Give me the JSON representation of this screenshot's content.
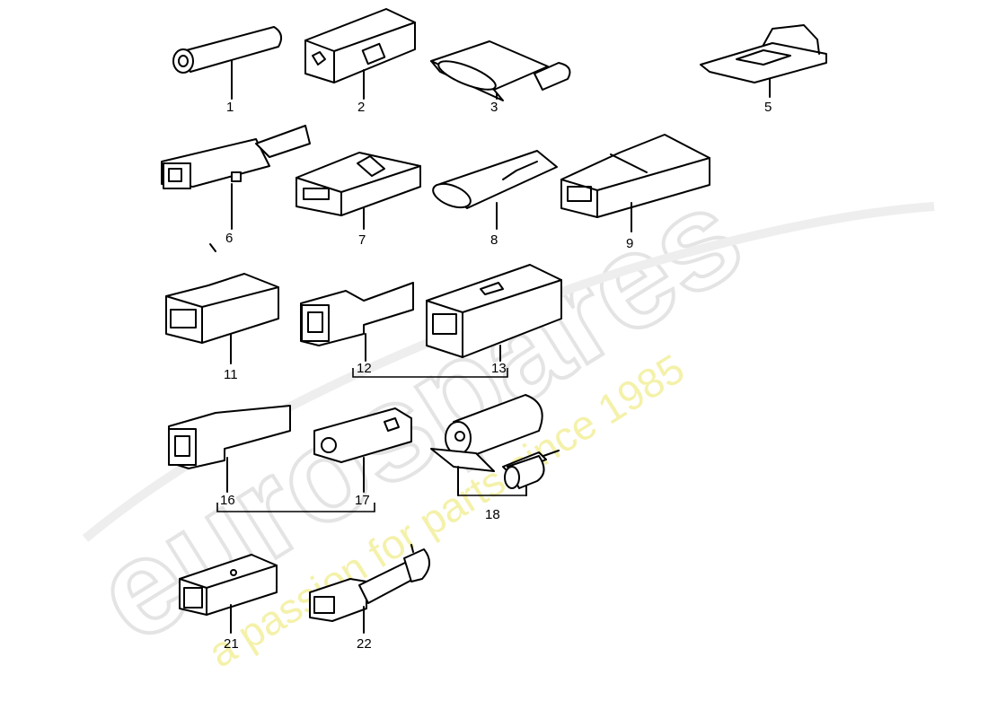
{
  "watermark": {
    "logo_text": "eurospares",
    "tagline": "a passion for parts since 1985"
  },
  "callouts": {
    "c1": "1",
    "c2": "2",
    "c3": "3",
    "c5": "5",
    "c6": "6",
    "c7": "7",
    "c8": "8",
    "c9": "9",
    "c11": "11",
    "c12": "12",
    "c13": "13",
    "c16": "16",
    "c17": "17",
    "c18": "18",
    "c21": "21",
    "c22": "22"
  }
}
